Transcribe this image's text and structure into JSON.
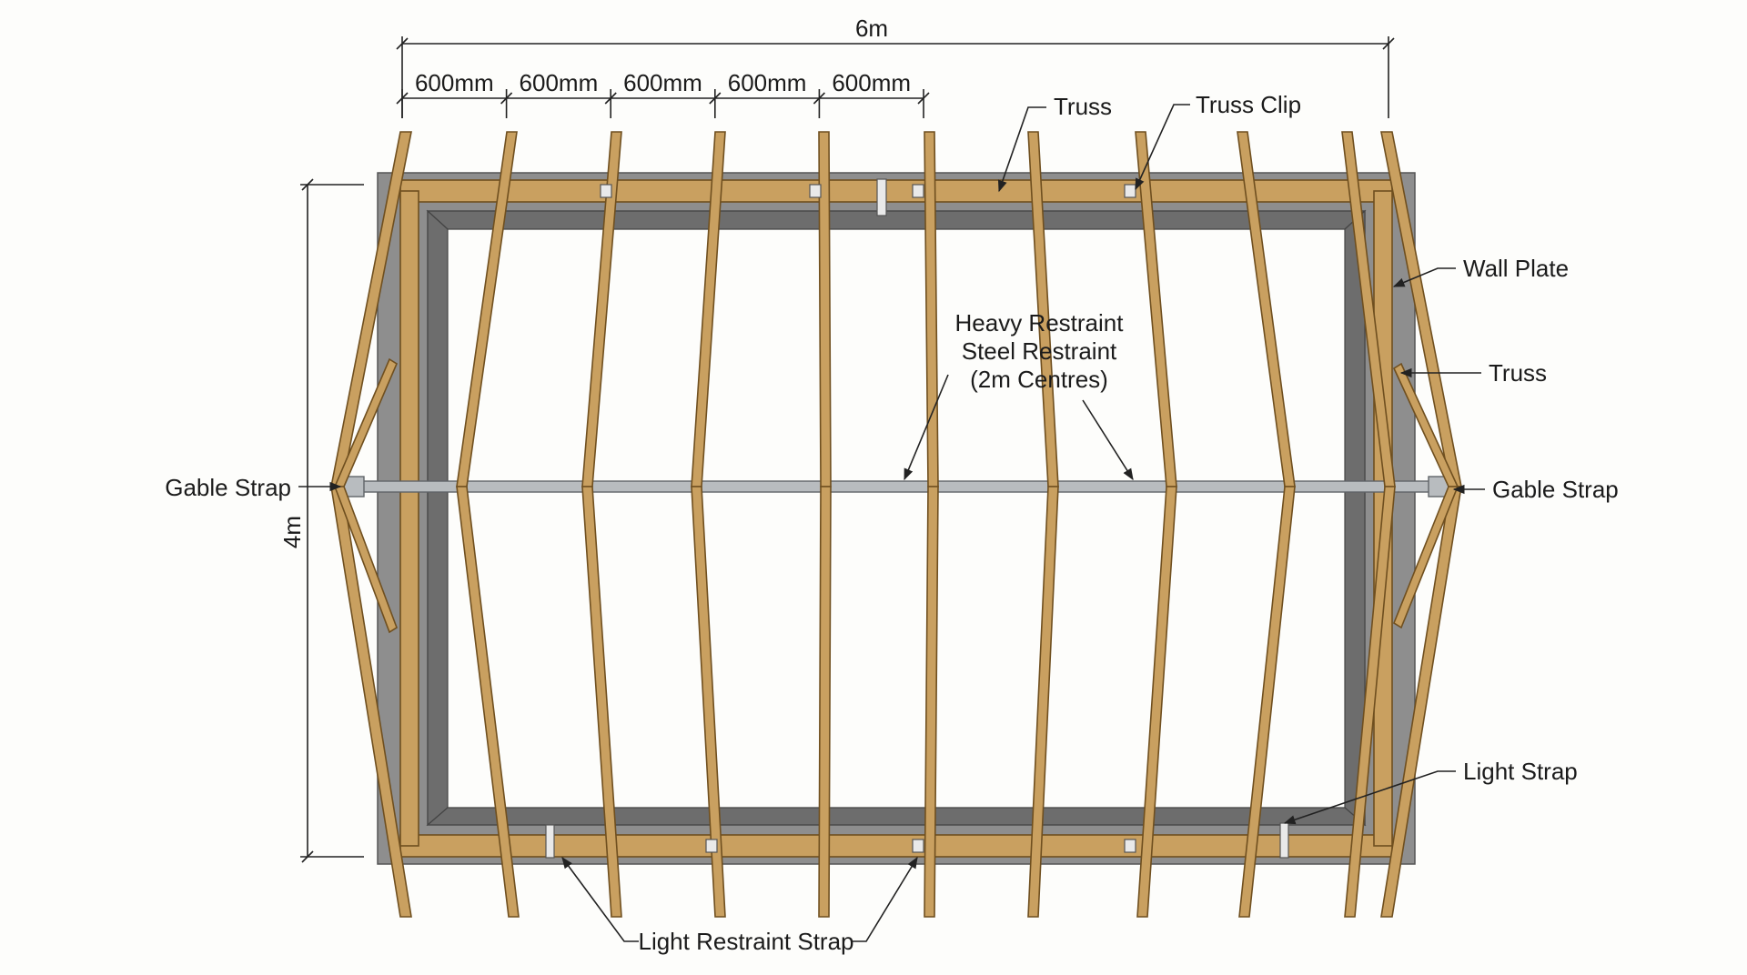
{
  "dimensions": {
    "overall_width": "6m",
    "overall_height": "4m",
    "spacings": [
      "600mm",
      "600mm",
      "600mm",
      "600mm",
      "600mm"
    ]
  },
  "labels": {
    "truss_top": "Truss",
    "truss_clip": "Truss Clip",
    "wall_plate": "Wall Plate",
    "truss_right": "Truss",
    "heavy_restraint": [
      "Heavy Restraint",
      "Steel Restraint",
      "(2m Centres)"
    ],
    "gable_strap_left": "Gable Strap",
    "gable_strap_right": "Gable Strap",
    "light_strap": "Light Strap",
    "light_restraint_strap": "Light Restraint Strap"
  },
  "colors": {
    "timber": "#c9a060",
    "timber_edge": "#6f4f1f",
    "concrete": "#8e8e8e",
    "steel": "#b8bcbf",
    "background": "#fdfdfb"
  }
}
